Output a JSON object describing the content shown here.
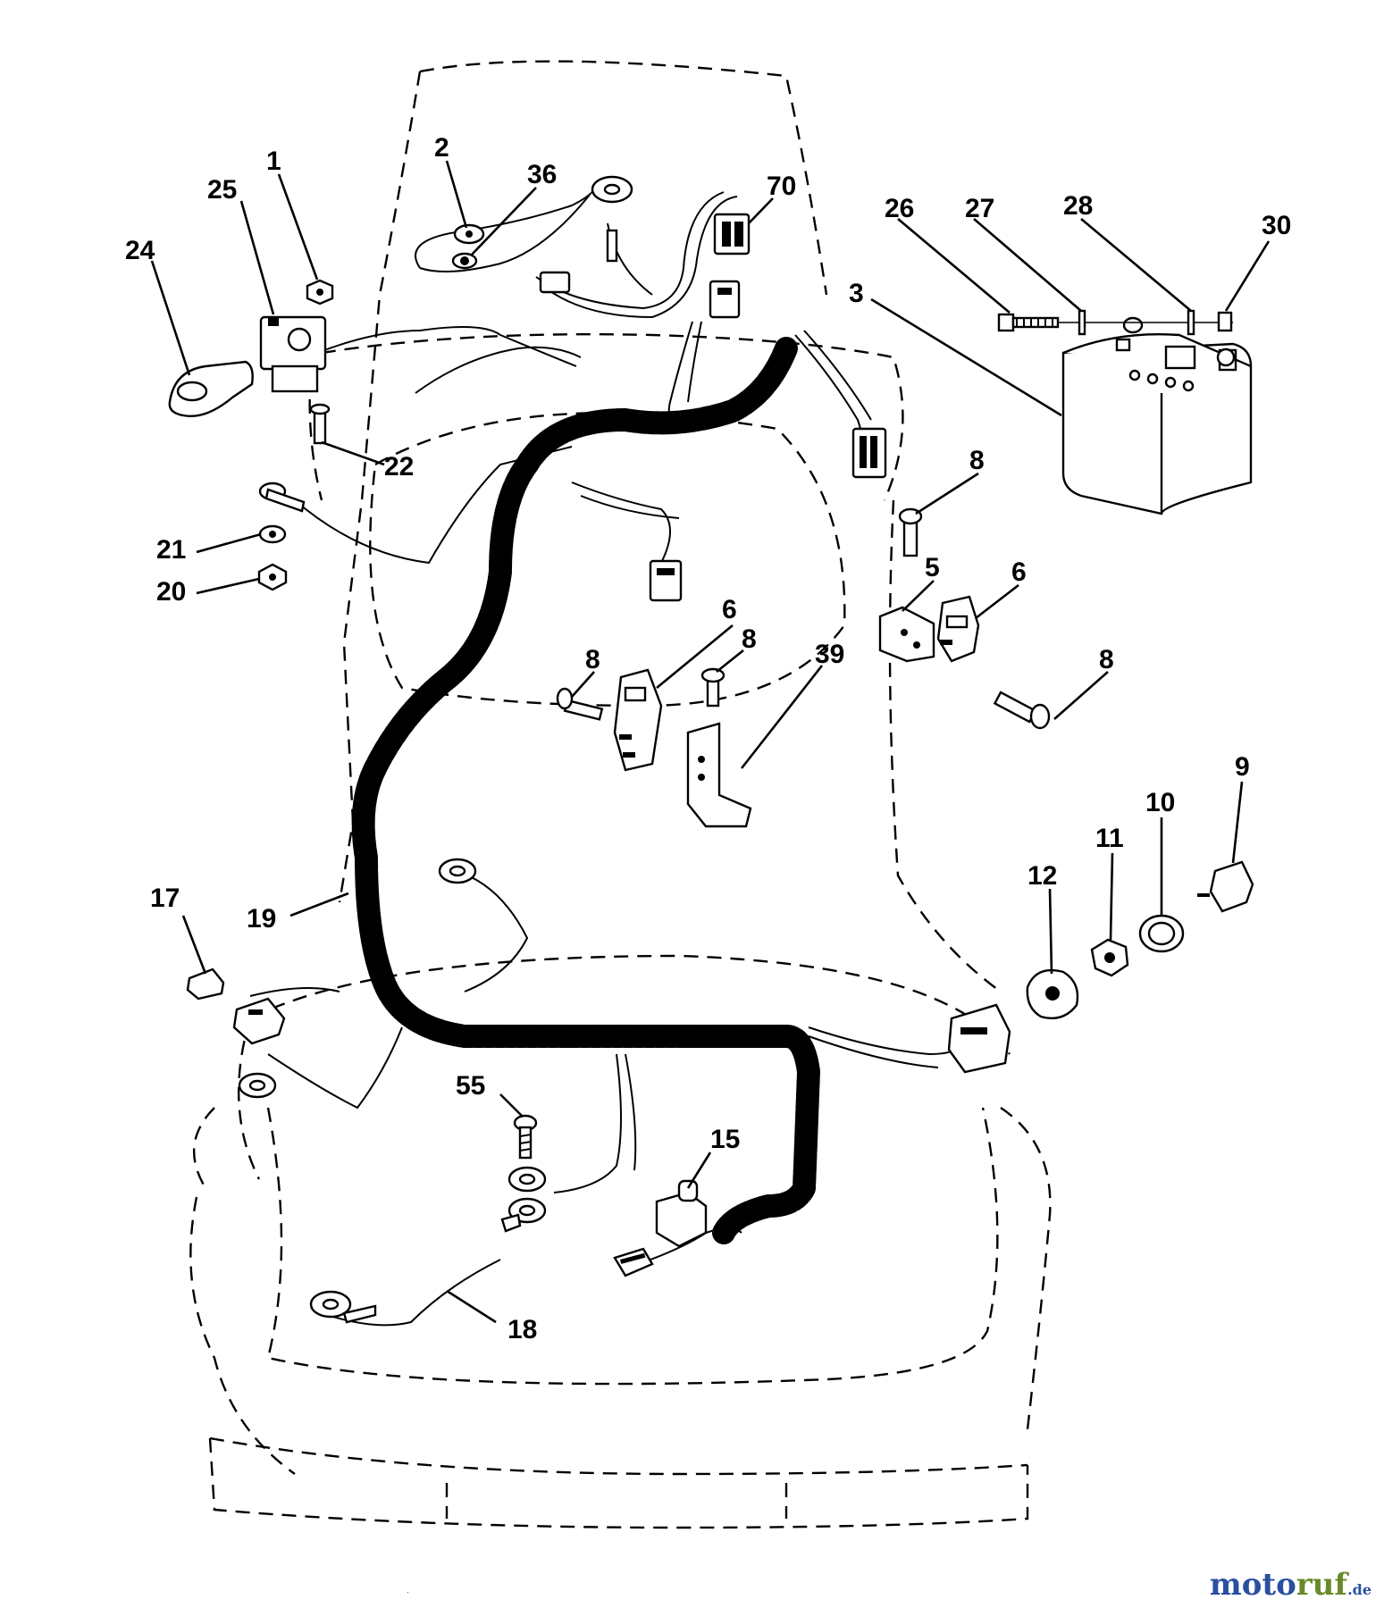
{
  "callouts": {
    "c1": "1",
    "c2": "2",
    "c3": "3",
    "c5": "5",
    "c6a": "6",
    "c6b": "6",
    "c8a": "8",
    "c8b": "8",
    "c8c": "8",
    "c8d": "8",
    "c9": "9",
    "c10": "10",
    "c11": "11",
    "c12": "12",
    "c15": "15",
    "c17": "17",
    "c18": "18",
    "c19": "19",
    "c20": "20",
    "c21": "21",
    "c22": "22",
    "c24": "24",
    "c25": "25",
    "c26": "26",
    "c27": "27",
    "c28": "28",
    "c30": "30",
    "c36": "36",
    "c39": "39",
    "c55": "55",
    "c70": "70"
  },
  "watermark": {
    "brand_a": "moto",
    "brand_b": "ruf",
    "suffix": ".de"
  }
}
